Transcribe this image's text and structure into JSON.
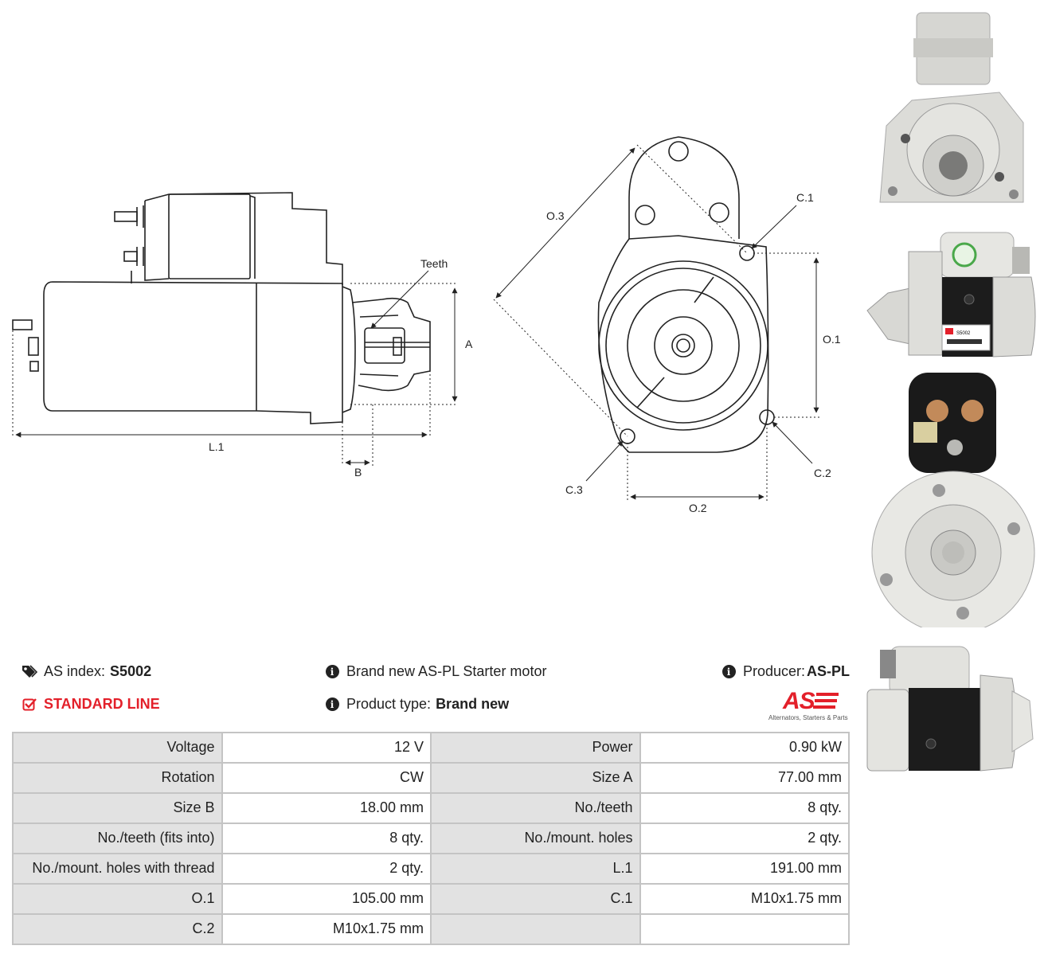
{
  "drawing": {
    "teeth_label": "Teeth",
    "dim_a": "A",
    "dim_b": "B",
    "dim_l1": "L.1",
    "dim_o1": "O.1",
    "dim_o2": "O.2",
    "dim_o3": "O.3",
    "dim_c1": "C.1",
    "dim_c2": "C.2",
    "dim_c3": "C.3"
  },
  "photos": {
    "label_text": "S5002",
    "icon_names": [
      "starter-front-photo-icon",
      "starter-side-label-photo-icon",
      "starter-rear-photo-icon",
      "starter-side-photo-icon"
    ]
  },
  "info": {
    "as_index_label": "AS index:",
    "as_index_value": "S5002",
    "line": "STANDARD LINE",
    "description": "Brand new AS-PL Starter motor",
    "product_type_label": "Product type:",
    "product_type_value": "Brand new",
    "producer_label": "Producer:",
    "producer_value": "AS-PL"
  },
  "logo": {
    "brand": "AS",
    "tagline": "Alternators, Starters & Parts"
  },
  "specs": [
    {
      "l1": "Voltage",
      "v1": "12 V",
      "l2": "Power",
      "v2": "0.90 kW"
    },
    {
      "l1": "Rotation",
      "v1": "CW",
      "l2": "Size A",
      "v2": "77.00 mm"
    },
    {
      "l1": "Size B",
      "v1": "18.00 mm",
      "l2": "No./teeth",
      "v2": "8 qty."
    },
    {
      "l1": "No./teeth (fits into)",
      "v1": "8 qty.",
      "l2": "No./mount. holes",
      "v2": "2 qty."
    },
    {
      "l1": "No./mount. holes with thread",
      "v1": "2 qty.",
      "l2": "L.1",
      "v2": "191.00 mm"
    },
    {
      "l1": "O.1",
      "v1": "105.00 mm",
      "l2": "C.1",
      "v2": "M10x1.75 mm"
    },
    {
      "l1": "C.2",
      "v1": "M10x1.75 mm",
      "l2": "",
      "v2": ""
    }
  ],
  "colors": {
    "accent": "#e3202a",
    "label_bg": "#e2e2e2",
    "border": "#c4c4c4"
  }
}
